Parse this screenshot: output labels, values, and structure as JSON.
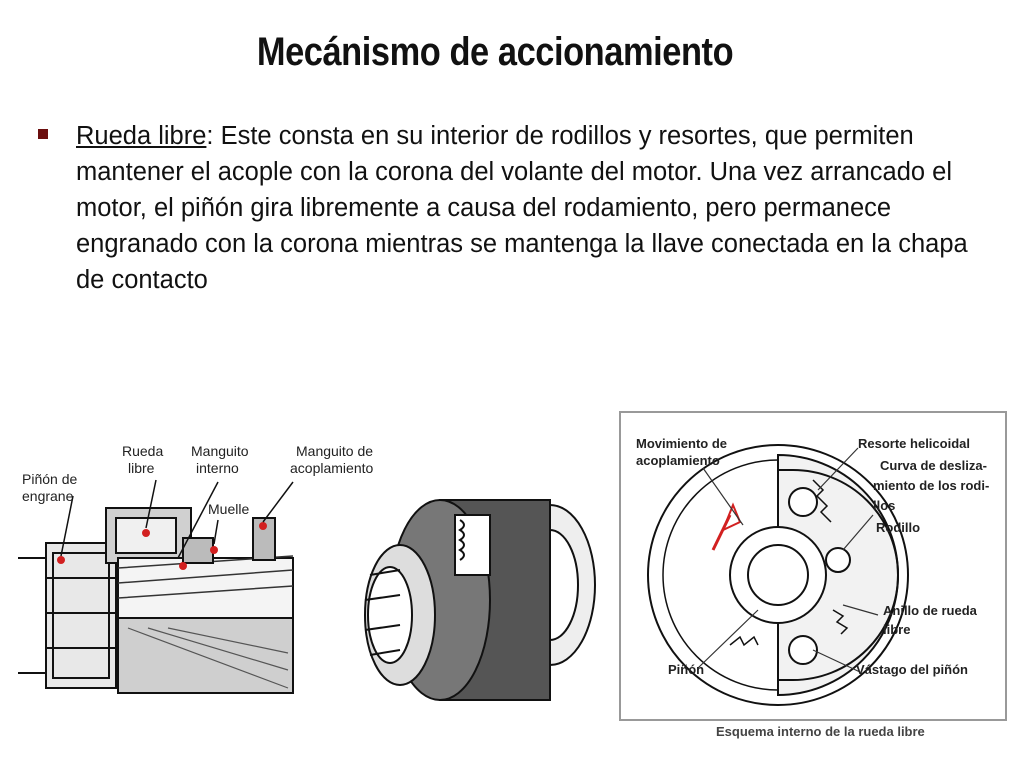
{
  "slide": {
    "title": "Mecánismo de accionamiento",
    "bullet": {
      "term": "Rueda libre",
      "text": ": Este consta en su interior de rodillos y resortes, que permiten mantener el acople con la corona del volante del motor. Una vez arrancado el motor, el piñón gira libremente a causa del rodamiento, pero permanece engranado con la corona mientras se mantenga la llave conectada en la chapa de contacto"
    }
  },
  "figure_left": {
    "labels": {
      "pinon_1": "Piñón de",
      "pinon_2": "engrane",
      "rueda_1": "Rueda",
      "rueda_2": "libre",
      "manguito_int_1": "Manguito",
      "manguito_int_2": "interno",
      "muelle": "Muelle",
      "manguito_acop_1": "Manguito de",
      "manguito_acop_2": "acoplamiento"
    }
  },
  "figure_right": {
    "labels": {
      "mov_1": "Movimiento de",
      "mov_2": "acoplamiento",
      "resorte": "Resorte helicoidal",
      "curva_1": "Curva de desliza-",
      "curva_2": "miento de los rodi-",
      "curva_3": "llos",
      "rodillo": "Rodillo",
      "anillo_1": "Anillo de rueda",
      "anillo_2": "libre",
      "pinon": "Piñón",
      "vastago": "Vástago del piñón"
    },
    "caption": "Esquema interno de la rueda libre"
  },
  "colors": {
    "bullet": "#6b0e0e",
    "red_marker": "#d22020"
  }
}
